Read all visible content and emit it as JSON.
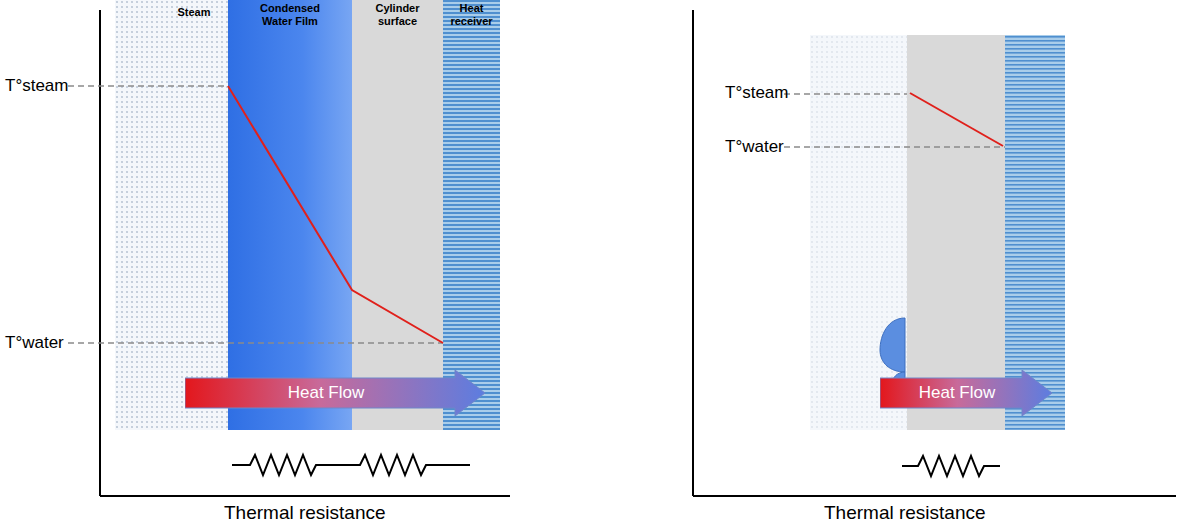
{
  "diagram": {
    "nodes": [
      {
        "text": [
          "Steam"
        ]
      },
      {
        "text": [
          "Condensed Water Film"
        ]
      },
      {
        "text": [
          "Cylinder surface"
        ]
      },
      {
        "text": [
          "Heat receiver"
        ]
      },
      {
        "text": [
          "Heat Flow"
        ]
      },
      {
        "text": [
          "Heat Flow"
        ]
      }
    ],
    "labels": [
      "T°steam",
      "T°water",
      "Thermal resistance",
      "T°steam",
      "T°water",
      "Thermal resistance"
    ]
  }
}
